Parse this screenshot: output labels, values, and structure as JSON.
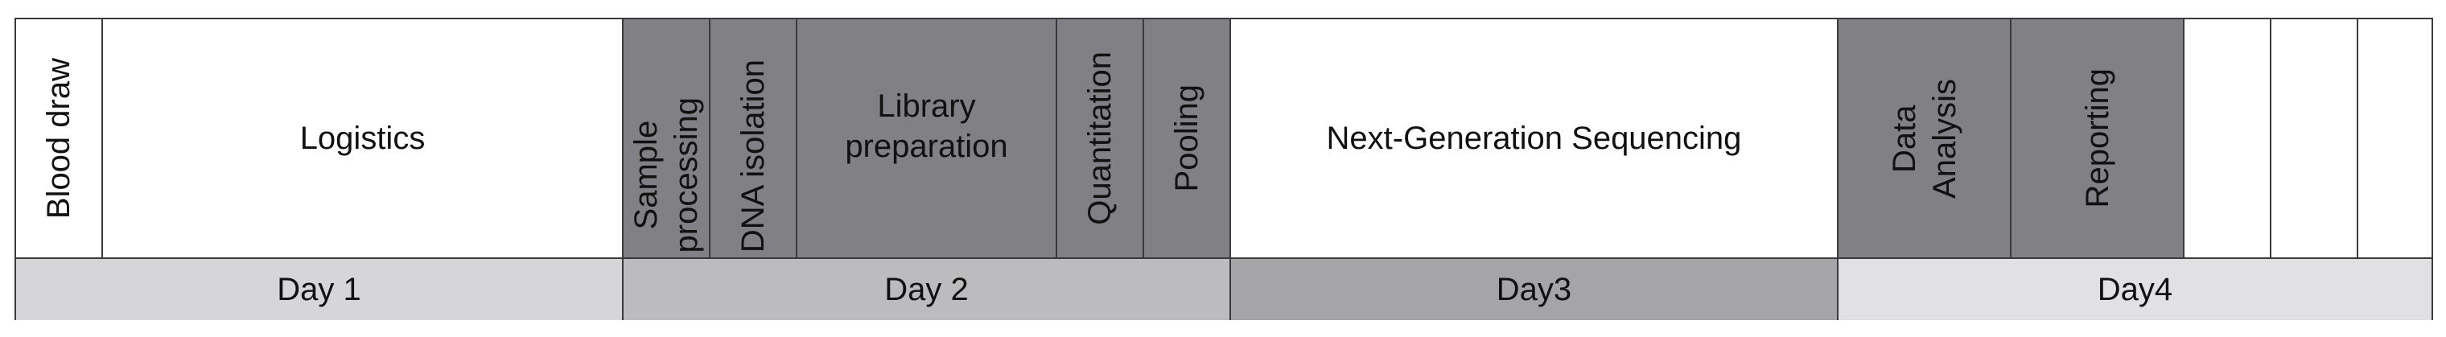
{
  "tasks": [
    {
      "label": "Blood draw",
      "orient": "v",
      "color": "white"
    },
    {
      "label": "Logistics",
      "orient": "h",
      "color": "white"
    },
    {
      "label": "Sample\nprocessing",
      "orient": "v",
      "color": "gray"
    },
    {
      "label": "DNA isolation",
      "orient": "v",
      "color": "gray"
    },
    {
      "label": "Library\npreparation",
      "orient": "h",
      "color": "gray"
    },
    {
      "label": "Quantitation",
      "orient": "v",
      "color": "gray"
    },
    {
      "label": "Pooling",
      "orient": "v",
      "color": "gray"
    },
    {
      "label": "Next-Generation Sequencing",
      "orient": "h",
      "color": "white"
    },
    {
      "label": "Data\nAnalysis",
      "orient": "v",
      "color": "gray"
    },
    {
      "label": "Reporting",
      "orient": "v",
      "color": "gray"
    },
    {
      "label": "",
      "orient": "h",
      "color": "white"
    },
    {
      "label": "",
      "orient": "h",
      "color": "white"
    },
    {
      "label": "",
      "orient": "h",
      "color": "white"
    }
  ],
  "days": [
    {
      "label": "Day 1",
      "color": "#d6d6d8"
    },
    {
      "label": "Day 2",
      "color": "#bcbcbe"
    },
    {
      "label": "Day3",
      "color": "#a5a5a7"
    },
    {
      "label": "Day4",
      "color": "#e1e1e3"
    }
  ]
}
